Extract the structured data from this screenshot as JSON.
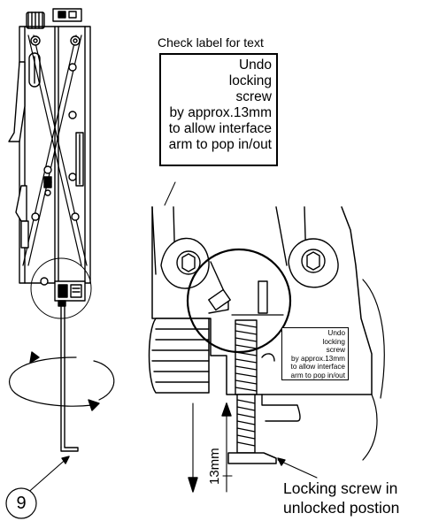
{
  "header_caption": "Check label for text",
  "label_lines": [
    "Undo",
    "locking",
    "screw",
    "by approx.13mm",
    "to allow interface",
    "arm to pop in/out"
  ],
  "dimension_label": "13mm",
  "callout_number": "9",
  "note_lines": [
    "Locking screw in",
    "unlocked postion"
  ]
}
